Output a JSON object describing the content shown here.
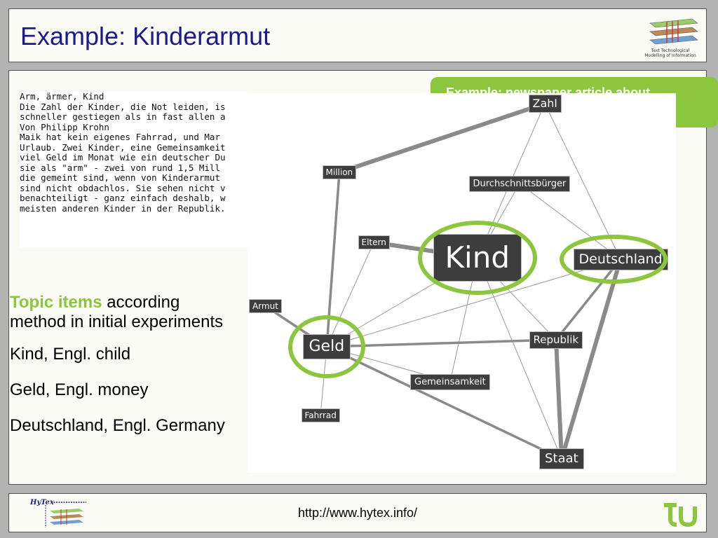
{
  "header": {
    "title": "Example: Kinderarmut",
    "logo_text": [
      "Text Technological",
      "Modelling of Information"
    ]
  },
  "callout": {
    "text": "Example: newspaper article about"
  },
  "article": {
    "lines": [
      "Arm, ärmer, Kind",
      "",
      "Die Zahl der Kinder, die Not leiden, is",
      "schneller gestiegen als in fast allen a",
      "",
      "Von Philipp Krohn",
      "",
      "Maik hat kein eigenes Fahrrad, und Mar",
      "Urlaub. Zwei Kinder, eine Gemeinsamkeit",
      "viel Geld im Monat wie ein deutscher Du",
      "sie als \"arm\" - zwei von rund 1,5 Mill",
      "die gemeint sind, wenn von Kinderarmut",
      "sind nicht obdachlos. Sie sehen nicht v",
      "benachteiligt - ganz einfach deshalb, w",
      "meisten anderen Kinder in der Republik."
    ]
  },
  "text_block": {
    "highlight": "Topic items",
    "line1_rest": " according",
    "line2": "method in initial experiments",
    "items": [
      "Kind, Engl. child",
      "Geld, Engl. money",
      "Deutschland, Engl. Germany"
    ]
  },
  "colors": {
    "accent_green": "#8cc63f",
    "title_blue": "#1a1a8c",
    "node_fill": "#3d3d3d",
    "edge_gray": "#8a8a8a"
  },
  "diagram": {
    "nodes": [
      {
        "id": "zahl",
        "label": "Zahl"
      },
      {
        "id": "million",
        "label": "Million"
      },
      {
        "id": "durchschnittsbuerger",
        "label": "Durchschnittsbürger"
      },
      {
        "id": "eltern",
        "label": "Eltern"
      },
      {
        "id": "kind",
        "label": "Kind",
        "highlighted": true
      },
      {
        "id": "deutschland",
        "label": "Deutschland",
        "highlighted": true
      },
      {
        "id": "armut",
        "label": "Armut"
      },
      {
        "id": "geld",
        "label": "Geld",
        "highlighted": true
      },
      {
        "id": "republik",
        "label": "Republik"
      },
      {
        "id": "gemeinsamkeit",
        "label": "Gemeinsamkeit"
      },
      {
        "id": "fahrrad",
        "label": "Fahrrad"
      },
      {
        "id": "staat",
        "label": "Staat"
      }
    ],
    "edges": [
      {
        "from": "million",
        "to": "zahl",
        "weight": 3
      },
      {
        "from": "zahl",
        "to": "kind",
        "weight": 1
      },
      {
        "from": "zahl",
        "to": "deutschland",
        "weight": 1
      },
      {
        "from": "million",
        "to": "geld",
        "weight": 2
      },
      {
        "from": "durchschnittsbuerger",
        "to": "kind",
        "weight": 1
      },
      {
        "from": "durchschnittsbuerger",
        "to": "deutschland",
        "weight": 1
      },
      {
        "from": "eltern",
        "to": "kind",
        "weight": 3
      },
      {
        "from": "eltern",
        "to": "geld",
        "weight": 1
      },
      {
        "from": "kind",
        "to": "geld",
        "weight": 1
      },
      {
        "from": "kind",
        "to": "republik",
        "weight": 1
      },
      {
        "from": "kind",
        "to": "gemeinsamkeit",
        "weight": 1
      },
      {
        "from": "kind",
        "to": "staat",
        "weight": 1
      },
      {
        "from": "deutschland",
        "to": "geld",
        "weight": 1
      },
      {
        "from": "deutschland",
        "to": "republik",
        "weight": 2
      },
      {
        "from": "deutschland",
        "to": "staat",
        "weight": 3
      },
      {
        "from": "armut",
        "to": "geld",
        "weight": 2
      },
      {
        "from": "geld",
        "to": "republik",
        "weight": 2
      },
      {
        "from": "geld",
        "to": "gemeinsamkeit",
        "weight": 1
      },
      {
        "from": "geld",
        "to": "staat",
        "weight": 2
      },
      {
        "from": "geld",
        "to": "fahrrad",
        "weight": 1
      },
      {
        "from": "republik",
        "to": "staat",
        "weight": 3
      }
    ]
  },
  "footer": {
    "url": "http://www.hytex.info/",
    "hytex_label": "HyTex"
  }
}
